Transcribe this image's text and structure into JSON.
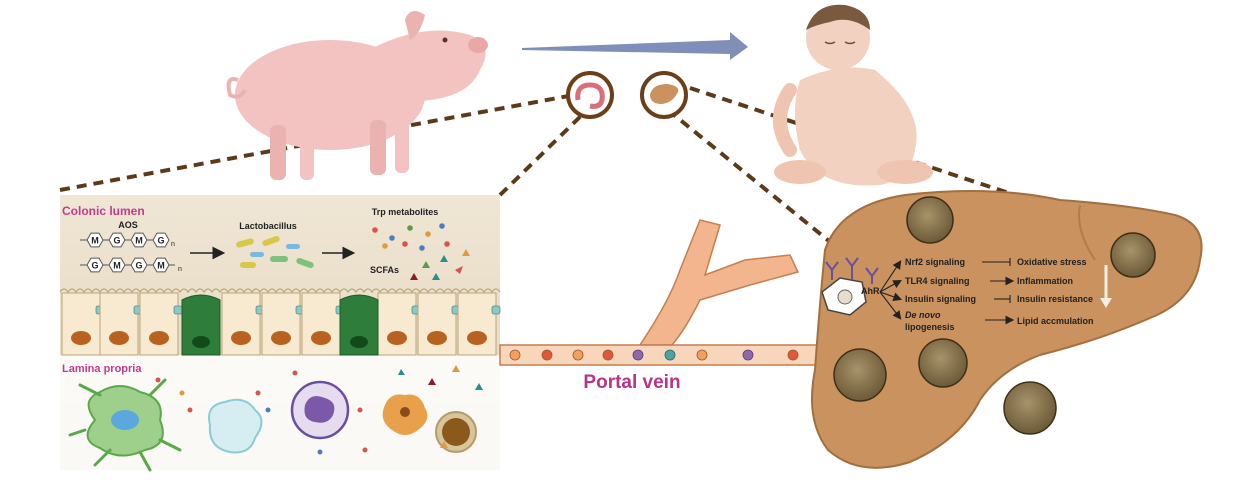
{
  "colon": {
    "lumen_label": "Colonic lumen",
    "aos_label": "AOS",
    "aos_units_row1": [
      "M",
      "G",
      "M",
      "G"
    ],
    "aos_units_row2": [
      "G",
      "M",
      "G",
      "M"
    ],
    "aos_subscript": "n",
    "bacteria_label": "Lactobacillus",
    "trp_label": "Trp metabolites",
    "scfa_label": "SCFAs",
    "lamina_label": "Lamina propria"
  },
  "portal_vein_label": "Portal vein",
  "liver": {
    "receptor_label": "AhR",
    "signals": [
      {
        "label": "Nrf2 signaling",
        "effect": "Oxidative stress",
        "arrow": "inhibit"
      },
      {
        "label": "TLR4 signaling",
        "effect": "Inflammation",
        "arrow": "activate"
      },
      {
        "label": "Insulin signaling",
        "effect": "Insulin resistance",
        "arrow": "inhibit"
      },
      {
        "label": "De novo lipogenesis",
        "label_line1": "De novo",
        "label_line2": "lipogenesis",
        "effect": "Lipid accmulation",
        "arrow": "activate"
      }
    ]
  },
  "colors": {
    "liver": "#c9925e",
    "liver_stroke": "#a26f3e",
    "colon_bg": "#e8dcc8",
    "lumen_text": "#c23c8c",
    "portal_text": "#b4358a",
    "dashed": "#5b3a1a",
    "arrow": "#7f8fb8"
  }
}
